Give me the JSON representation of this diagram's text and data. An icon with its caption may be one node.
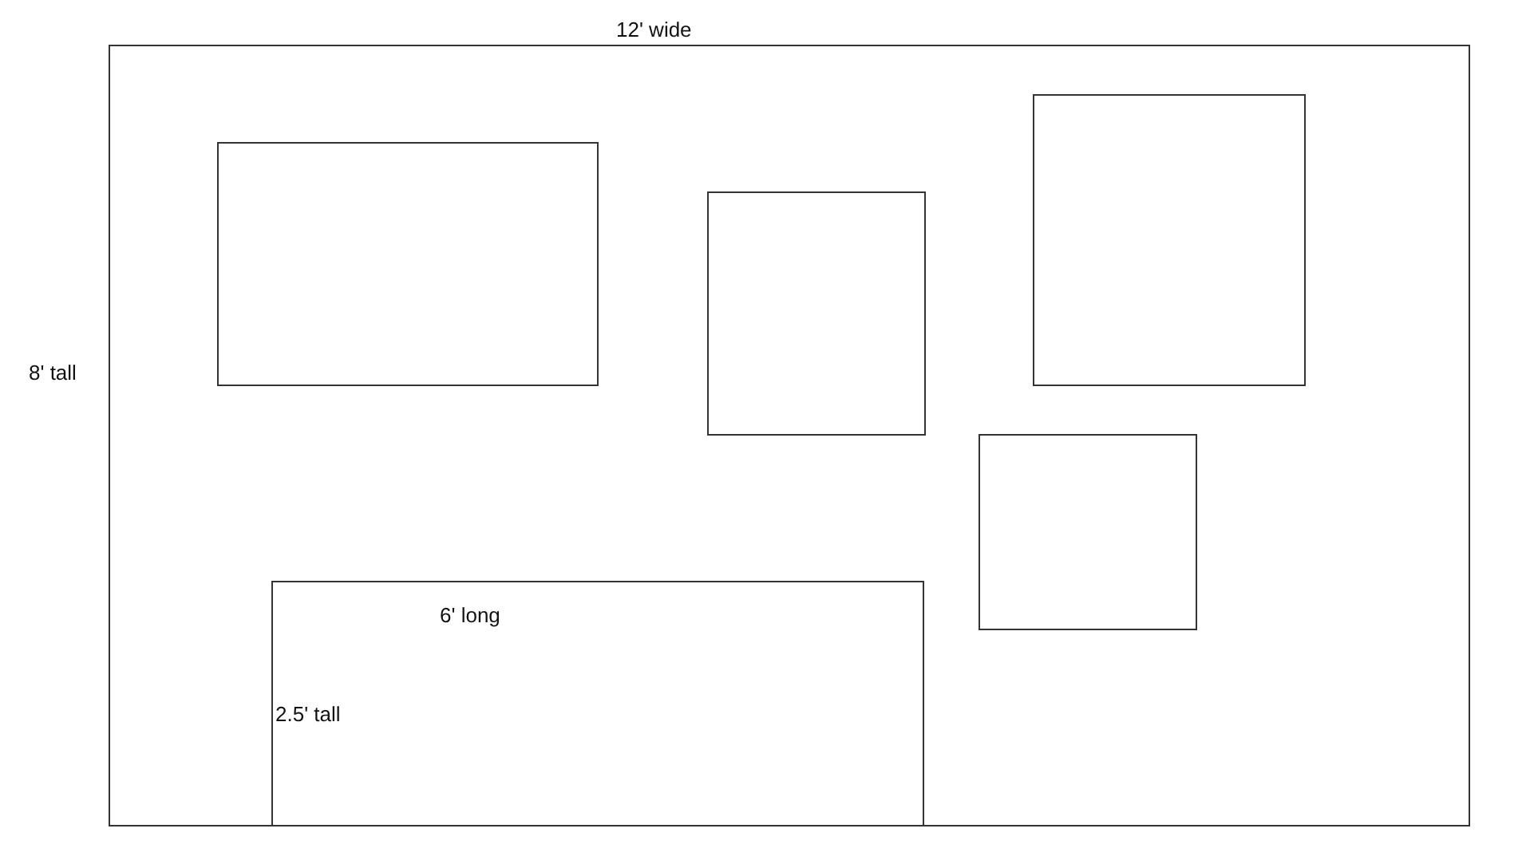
{
  "diagram": {
    "nodes": [
      {
        "text": [
          "12' wide",
          "8' tall"
        ]
      },
      {
        "text": [],
        "shape": "box",
        "in": 0
      },
      {
        "text": [],
        "shape": "box",
        "in": 0
      },
      {
        "text": [],
        "shape": "box",
        "in": 0
      },
      {
        "text": [],
        "shape": "box",
        "in": 0
      },
      {
        "text": [
          "6' long",
          "2.5' tall"
        ],
        "in": 0
      }
    ],
    "edges": []
  }
}
